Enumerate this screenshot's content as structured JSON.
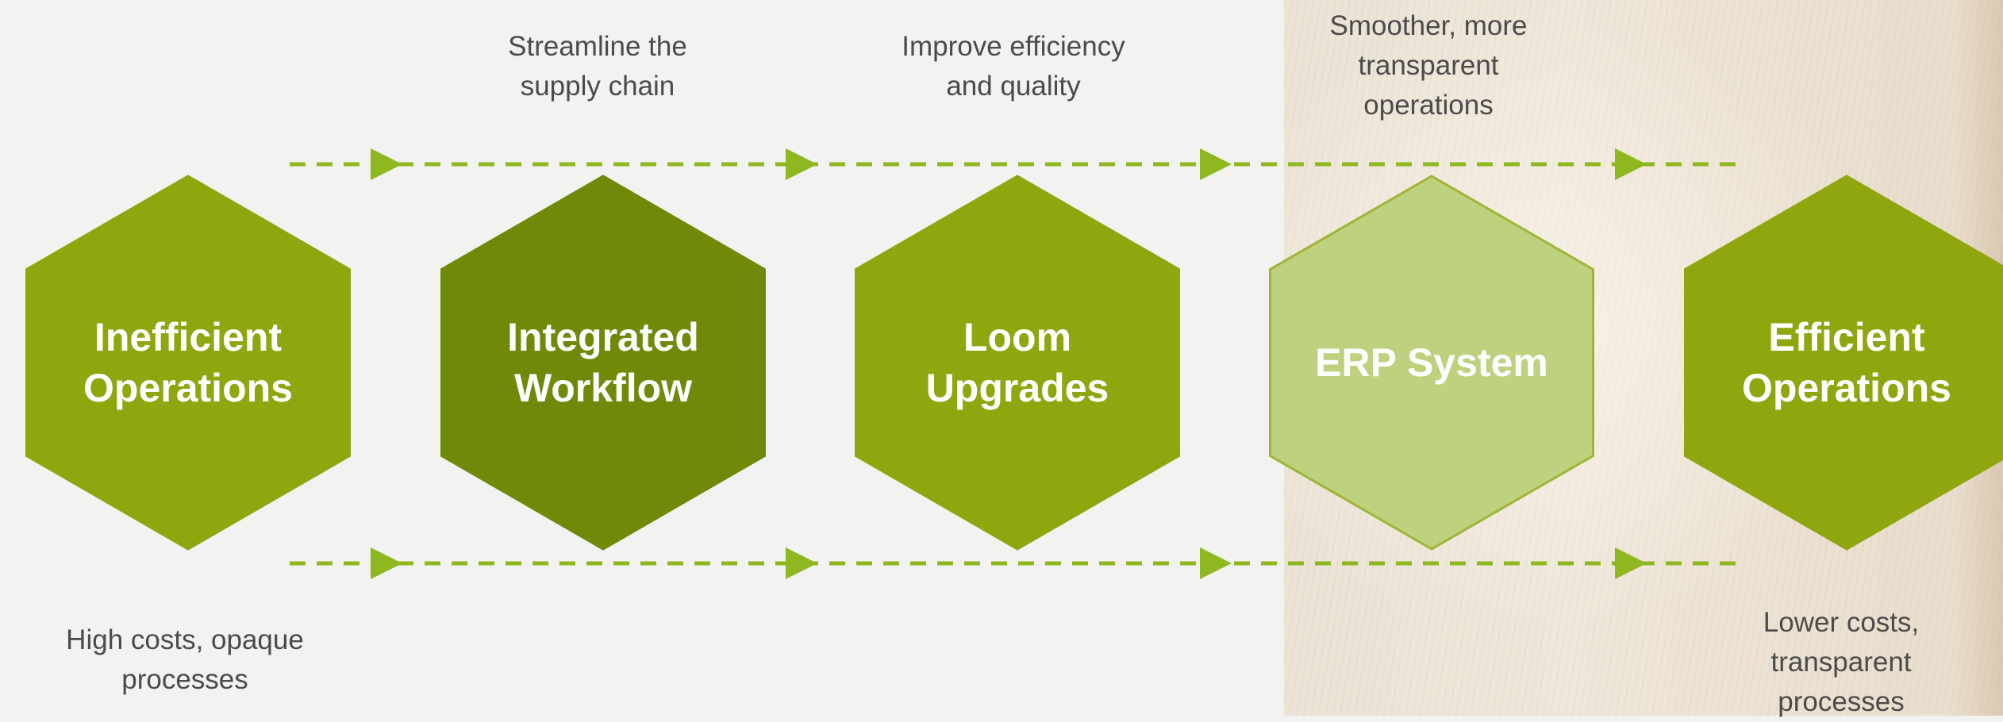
{
  "steps": [
    {
      "title": "Inefficient\nOperations",
      "color": "#8fa60e",
      "stroke": "#8fa60e",
      "text_color": "#ffffff"
    },
    {
      "title": "Integrated\nWorkflow",
      "color": "#6f8a09",
      "stroke": "#6f8a09",
      "text_color": "#ffffff"
    },
    {
      "title": "Loom\nUpgrades",
      "color": "#8fa60e",
      "stroke": "#8fa60e",
      "text_color": "#ffffff"
    },
    {
      "title": "ERP System",
      "color": "#bed17e",
      "stroke": "#9eb536",
      "text_color": "#ffffff"
    },
    {
      "title": "Efficient\nOperations",
      "color": "#8fa60e",
      "stroke": "#8fa60e",
      "text_color": "#ffffff"
    }
  ],
  "notes": {
    "streamline": "Streamline the\nsupply chain",
    "improve": "Improve efficiency\nand quality",
    "smoother": "Smoother, more\ntransparent\noperations",
    "high_costs": "High costs, opaque\nprocesses",
    "lower_costs": "Lower costs,\ntransparent\nprocesses"
  },
  "colors": {
    "arrow": "#8fb820",
    "background": "#f2f2f0",
    "note_text": "#4b4b4b"
  }
}
